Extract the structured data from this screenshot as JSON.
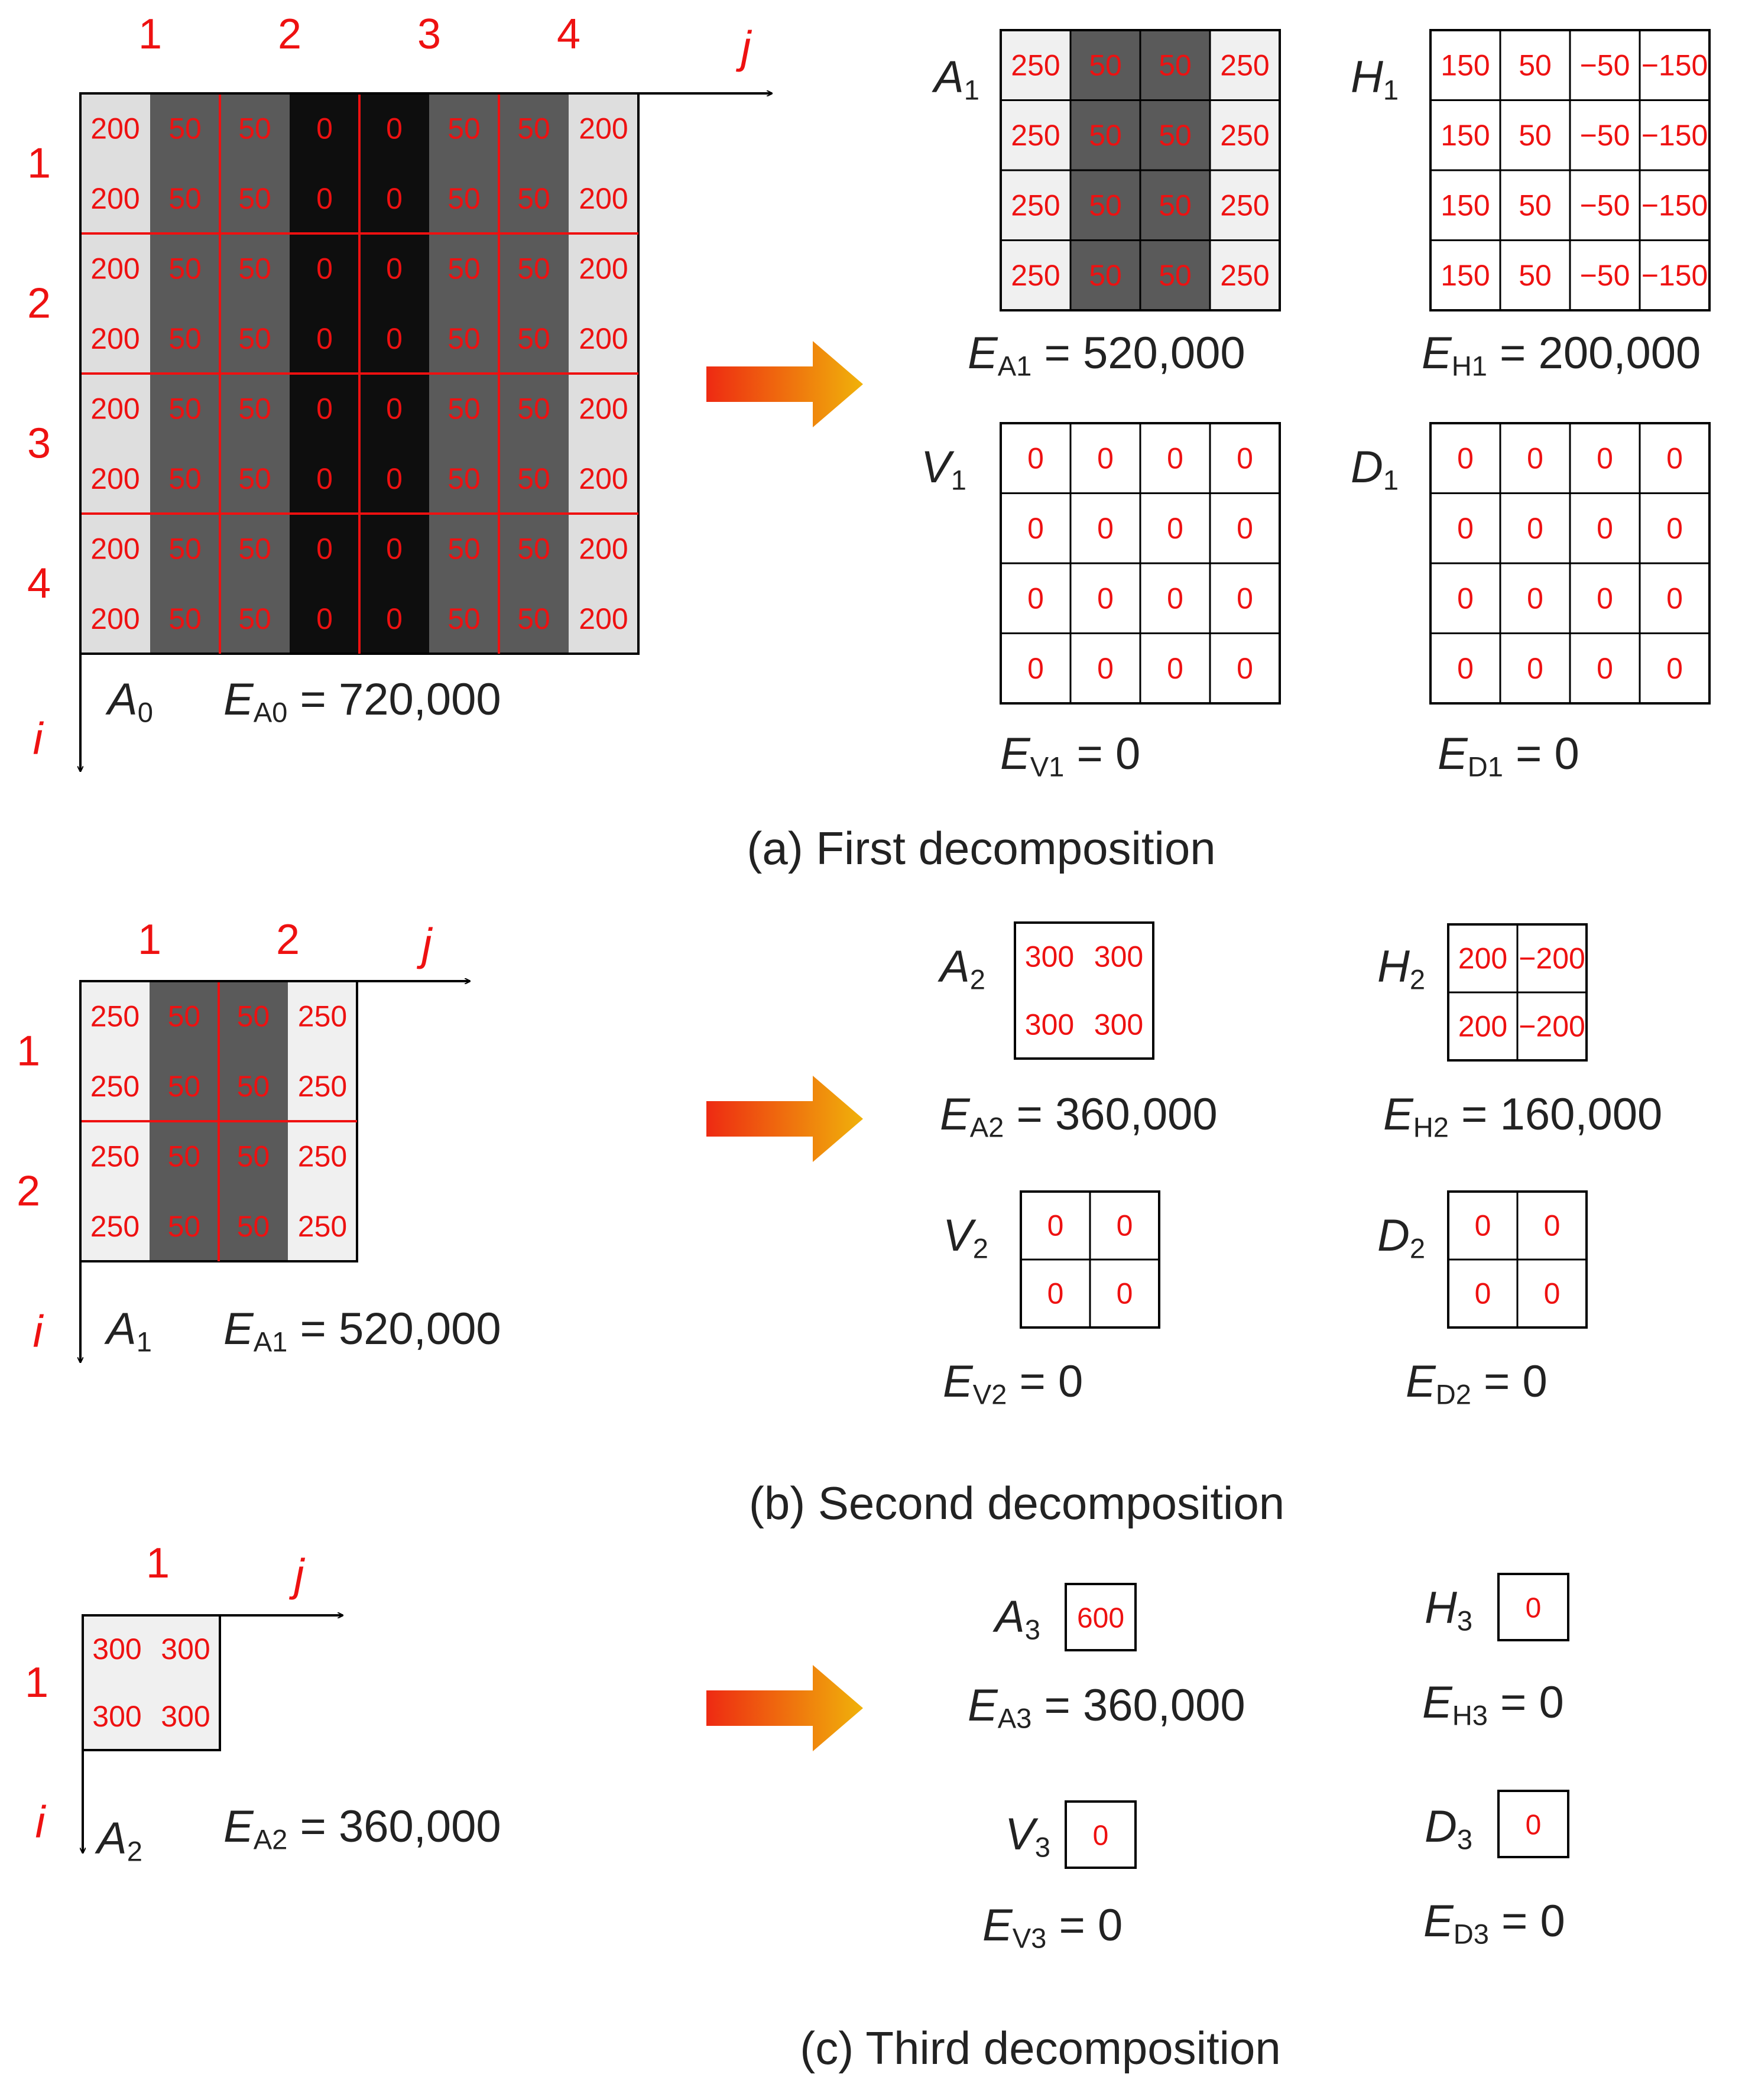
{
  "colors": {
    "index_red": "#ee1111",
    "cell_text_red": "#ee1111",
    "text_dark": "#222222",
    "light_cell": "#dedede",
    "light_cell_alt": "#f0f0f0",
    "mid_cell": "#5a5a5a",
    "dark_cell": "#0e0e0e",
    "arrow_start": "#ee2a12",
    "arrow_end": "#f0b20a"
  },
  "panels": {
    "a": {
      "caption": "(a) First decomposition",
      "source": {
        "name": "A",
        "sub": "0",
        "energy_label": "E",
        "energy_sub": "A0",
        "energy_value": " = 720,000",
        "axis_i": "i",
        "axis_j": "j",
        "col_indices": [
          "1",
          "2",
          "3",
          "4"
        ],
        "row_indices": [
          "1",
          "2",
          "3",
          "4"
        ],
        "cell_shades": [
          "light",
          "mid",
          "mid",
          "dark",
          "dark",
          "mid",
          "mid",
          "light"
        ],
        "cells": [
          [
            "200",
            "50",
            "50",
            "0",
            "0",
            "50",
            "50",
            "200"
          ],
          [
            "200",
            "50",
            "50",
            "0",
            "0",
            "50",
            "50",
            "200"
          ],
          [
            "200",
            "50",
            "50",
            "0",
            "0",
            "50",
            "50",
            "200"
          ],
          [
            "200",
            "50",
            "50",
            "0",
            "0",
            "50",
            "50",
            "200"
          ],
          [
            "200",
            "50",
            "50",
            "0",
            "0",
            "50",
            "50",
            "200"
          ],
          [
            "200",
            "50",
            "50",
            "0",
            "0",
            "50",
            "50",
            "200"
          ],
          [
            "200",
            "50",
            "50",
            "0",
            "0",
            "50",
            "50",
            "200"
          ],
          [
            "200",
            "50",
            "50",
            "0",
            "0",
            "50",
            "50",
            "200"
          ]
        ]
      },
      "outputs": [
        {
          "name": "A",
          "sub": "1",
          "energy_label": "E",
          "energy_sub": "A1",
          "energy_value": " = 520,000",
          "cell_shades": [
            "pale",
            "mid",
            "mid",
            "pale"
          ],
          "cells": [
            [
              "250",
              "50",
              "50",
              "250"
            ],
            [
              "250",
              "50",
              "50",
              "250"
            ],
            [
              "250",
              "50",
              "50",
              "250"
            ],
            [
              "250",
              "50",
              "50",
              "250"
            ]
          ]
        },
        {
          "name": "H",
          "sub": "1",
          "energy_label": "E",
          "energy_sub": "H1",
          "energy_value": " = 200,000",
          "cell_shades": [
            "white",
            "white",
            "white",
            "white"
          ],
          "cells": [
            [
              "150",
              "50",
              "−50",
              "−150"
            ],
            [
              "150",
              "50",
              "−50",
              "−150"
            ],
            [
              "150",
              "50",
              "−50",
              "−150"
            ],
            [
              "150",
              "50",
              "−50",
              "−150"
            ]
          ]
        },
        {
          "name": "V",
          "sub": "1",
          "energy_label": "E",
          "energy_sub": "V1",
          "energy_value": " = 0",
          "cell_shades": [
            "white",
            "white",
            "white",
            "white"
          ],
          "cells": [
            [
              "0",
              "0",
              "0",
              "0"
            ],
            [
              "0",
              "0",
              "0",
              "0"
            ],
            [
              "0",
              "0",
              "0",
              "0"
            ],
            [
              "0",
              "0",
              "0",
              "0"
            ]
          ]
        },
        {
          "name": "D",
          "sub": "1",
          "energy_label": "E",
          "energy_sub": "D1",
          "energy_value": " = 0",
          "cell_shades": [
            "white",
            "white",
            "white",
            "white"
          ],
          "cells": [
            [
              "0",
              "0",
              "0",
              "0"
            ],
            [
              "0",
              "0",
              "0",
              "0"
            ],
            [
              "0",
              "0",
              "0",
              "0"
            ],
            [
              "0",
              "0",
              "0",
              "0"
            ]
          ]
        }
      ]
    },
    "b": {
      "caption": "(b) Second decomposition",
      "source": {
        "name": "A",
        "sub": "1",
        "energy_label": "E",
        "energy_sub": "A1",
        "energy_value": " = 520,000",
        "axis_i": "i",
        "axis_j": "j",
        "col_indices": [
          "1",
          "2"
        ],
        "row_indices": [
          "1",
          "2"
        ],
        "cell_shades": [
          "pale",
          "mid",
          "mid",
          "pale"
        ],
        "cells": [
          [
            "250",
            "50",
            "50",
            "250"
          ],
          [
            "250",
            "50",
            "50",
            "250"
          ],
          [
            "250",
            "50",
            "50",
            "250"
          ],
          [
            "250",
            "50",
            "50",
            "250"
          ]
        ]
      },
      "outputs": [
        {
          "name": "A",
          "sub": "2",
          "energy_label": "E",
          "energy_sub": "A2",
          "energy_value": " = 360,000",
          "grid_lines": false,
          "cells": [
            [
              "300",
              "300"
            ],
            [
              "300",
              "300"
            ]
          ]
        },
        {
          "name": "H",
          "sub": "2",
          "energy_label": "E",
          "energy_sub": "H2",
          "energy_value": " = 160,000",
          "grid_lines": true,
          "cells": [
            [
              "200",
              "−200"
            ],
            [
              "200",
              "−200"
            ]
          ]
        },
        {
          "name": "V",
          "sub": "2",
          "energy_label": "E",
          "energy_sub": "V2",
          "energy_value": " = 0",
          "grid_lines": true,
          "cells": [
            [
              "0",
              "0"
            ],
            [
              "0",
              "0"
            ]
          ]
        },
        {
          "name": "D",
          "sub": "2",
          "energy_label": "E",
          "energy_sub": "D2",
          "energy_value": " = 0",
          "grid_lines": true,
          "cells": [
            [
              "0",
              "0"
            ],
            [
              "0",
              "0"
            ]
          ]
        }
      ]
    },
    "c": {
      "caption": "(c) Third decomposition",
      "source": {
        "name": "A",
        "sub": "2",
        "energy_label": "E",
        "energy_sub": "A2",
        "energy_value": " = 360,000",
        "axis_i": "i",
        "axis_j": "j",
        "col_indices": [
          "1"
        ],
        "row_indices": [
          "1"
        ],
        "cells": [
          [
            "300",
            "300"
          ],
          [
            "300",
            "300"
          ]
        ]
      },
      "outputs": [
        {
          "name": "A",
          "sub": "3",
          "value": "600",
          "energy_label": "E",
          "energy_sub": "A3",
          "energy_value": " = 360,000"
        },
        {
          "name": "H",
          "sub": "3",
          "value": "0",
          "energy_label": "E",
          "energy_sub": "H3",
          "energy_value": " = 0"
        },
        {
          "name": "V",
          "sub": "3",
          "value": "0",
          "energy_label": "E",
          "energy_sub": "V3",
          "energy_value": " = 0"
        },
        {
          "name": "D",
          "sub": "3",
          "value": "0",
          "energy_label": "E",
          "energy_sub": "D3",
          "energy_value": " = 0"
        }
      ]
    }
  }
}
